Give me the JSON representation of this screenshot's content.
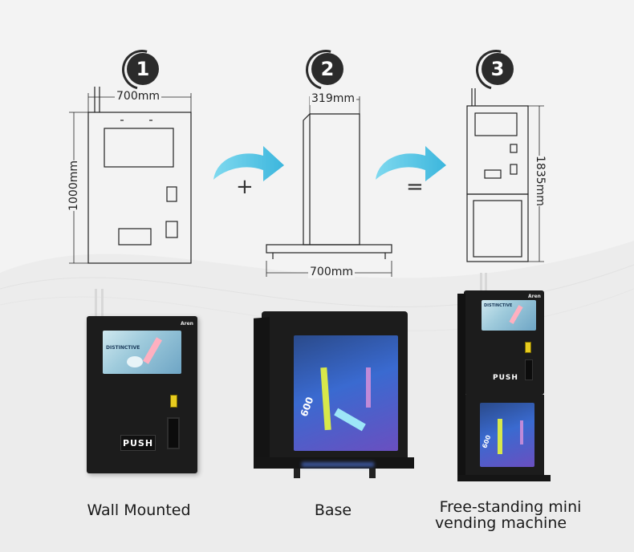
{
  "steps": [
    {
      "number": "1",
      "width_label": "700mm",
      "height_label": "1000mm"
    },
    {
      "number": "2",
      "depth_label": "319mm",
      "width_label": "700mm"
    },
    {
      "number": "3",
      "height_label": "1835mm"
    }
  ],
  "operators": {
    "plus": "+",
    "equals": "="
  },
  "products": [
    {
      "caption": "Wall Mounted",
      "push_label": "PUSH",
      "brand": "Aren",
      "screen_text": "DISTINCTIVE"
    },
    {
      "caption": "Base",
      "screen_number": "600"
    },
    {
      "caption_line1": "Free-standing mini",
      "caption_line2": "vending machine",
      "push_label": "PUSH",
      "brand": "Aren",
      "screen_text": "DISTINCTIVE",
      "screen_number": "600"
    }
  ],
  "colors": {
    "arrow": "#5ec8e6",
    "machine": "#1c1c1c",
    "slot": "#e8cc1f"
  }
}
